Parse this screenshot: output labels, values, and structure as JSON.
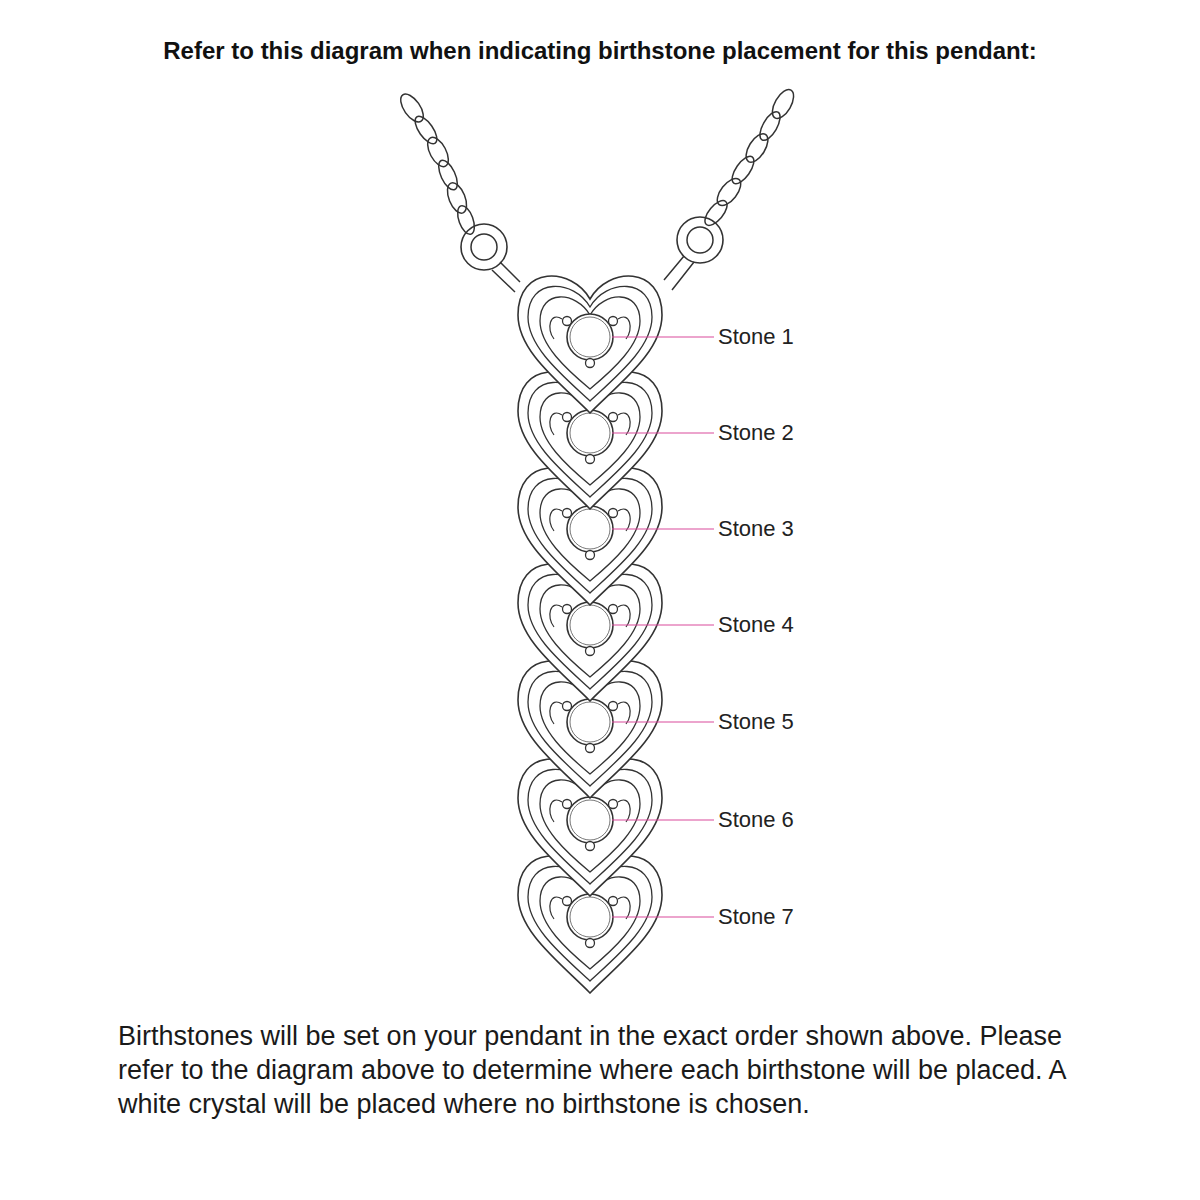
{
  "diagram": {
    "title": "Refer to this diagram when indicating birthstone placement for this pendant:",
    "caption": "Birthstones will be set on your pendant in the exact order shown above. Please refer to the diagram above to determine where each birthstone will be placed. A white crystal will be placed where no birthstone is chosen.",
    "labels": [
      "Stone 1",
      "Stone 2",
      "Stone 3",
      "Stone 4",
      "Stone 5",
      "Stone 6",
      "Stone 7"
    ]
  }
}
